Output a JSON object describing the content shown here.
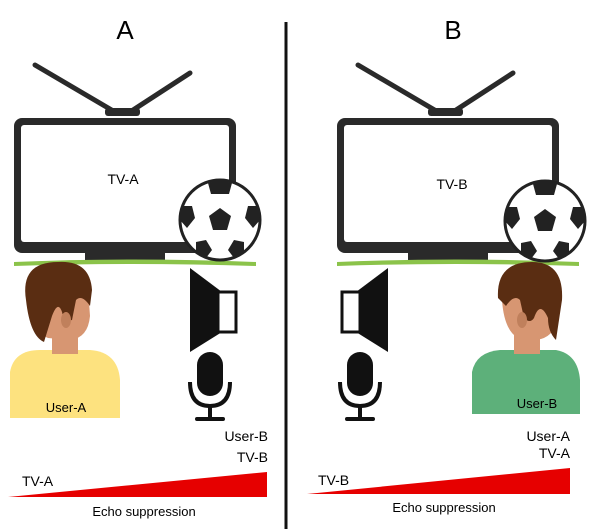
{
  "panels": {
    "a": {
      "title": "A",
      "tv_label": "TV-A",
      "user_label": "User-A",
      "stack_top": "User-B",
      "stack_bottom": "TV-B",
      "wedge_left": "TV-A",
      "caption": "Echo suppression"
    },
    "b": {
      "title": "B",
      "tv_label": "TV-B",
      "user_label": "User-B",
      "stack_top": "User-A",
      "stack_bottom": "TV-A",
      "wedge_left": "TV-B",
      "caption": "Echo suppression"
    }
  },
  "colors": {
    "user_a_shirt": "#fde27f",
    "user_b_shirt": "#5db07a",
    "hair": "#5a2d12",
    "skin": "#d79672",
    "grass": "#8bc34a",
    "wedge": "#e60000",
    "tv_frame": "#2a2a2a"
  },
  "icons": {
    "tv": "tv-icon",
    "ball": "soccer-ball-icon",
    "speaker": "speaker-icon",
    "mic": "microphone-icon"
  }
}
